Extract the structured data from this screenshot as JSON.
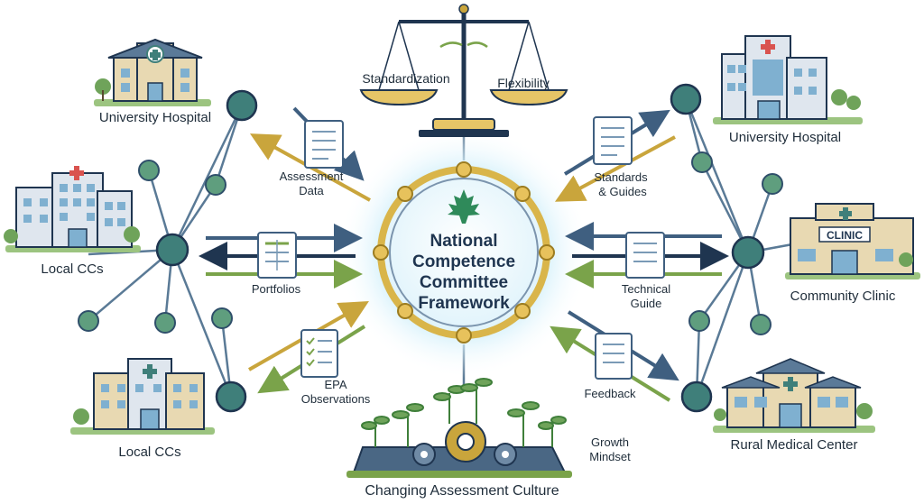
{
  "center": {
    "title_lines": [
      "National",
      "Competence",
      "Committee",
      "Framework"
    ]
  },
  "scale": {
    "left_label": "Standardization",
    "right_label": "Flexibility"
  },
  "sites": {
    "top_left": "University Hospital",
    "mid_left": "Local CCs",
    "bottom_left": "Local CCs",
    "top_right": "University Hospital",
    "mid_right": "Community Clinic",
    "bottom_right": "Rural Medical Center",
    "clinic_sign": "CLINIC"
  },
  "flows": {
    "assessment_data": [
      "Assessment",
      "Data"
    ],
    "portfolios": "Portfolios",
    "epa_observations": [
      "EPA",
      "Observations"
    ],
    "standards_guides": [
      "Standards",
      "& Guides"
    ],
    "technical_guide": [
      "Technical",
      "Guide"
    ],
    "feedback": "Feedback"
  },
  "culture": {
    "label": "Changing Assessment Culture",
    "growth_lines": [
      "Growth",
      "Mindset"
    ]
  },
  "colors": {
    "navy_arrow": "#3f5f80",
    "gold_arrow": "#c9a53c",
    "green_arrow": "#7aa34a",
    "node_fill": "#3f7f7a",
    "ring_gold": "#d9b54a",
    "hub_glow": "#cdeefa"
  }
}
